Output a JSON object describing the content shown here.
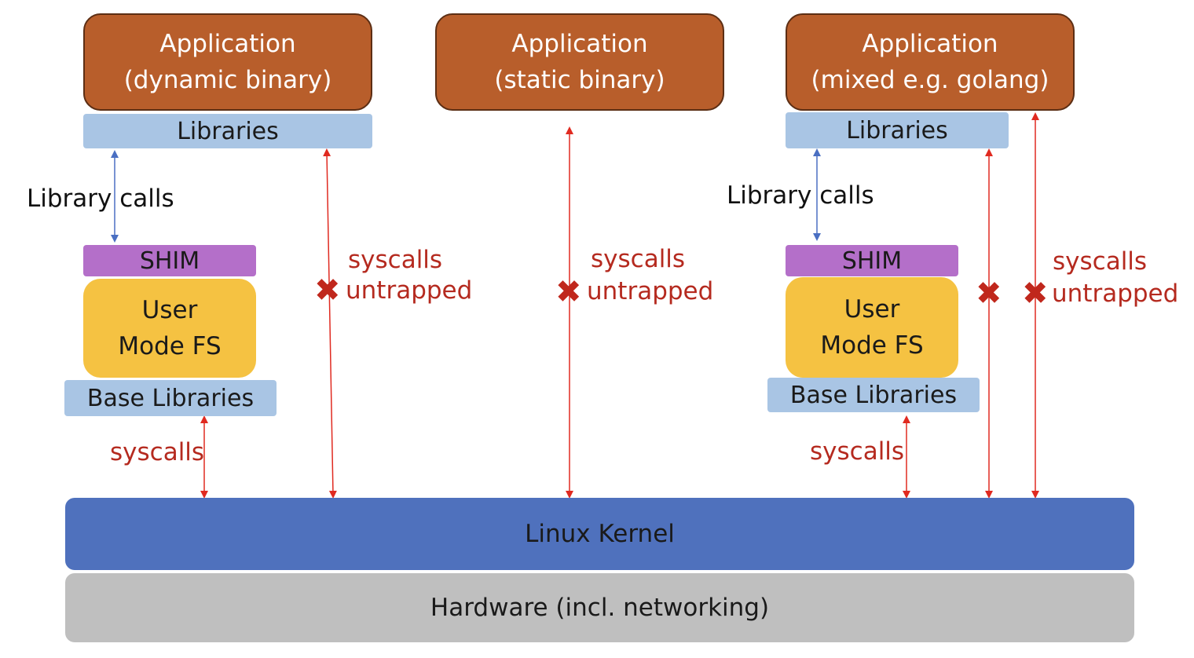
{
  "colors": {
    "application": "#b85e2b",
    "libraries": "#a9c5e4",
    "shim": "#b46fc9",
    "user_mode_fs": "#f5c242",
    "kernel": "#4f71bd",
    "hardware": "#bfbfbf",
    "syscall_arrow": "#e02a20",
    "library_call_arrow": "#4a6fc2"
  },
  "columns": {
    "dynamic": {
      "application": "Application\n(dynamic binary)",
      "libraries": "Libraries",
      "library_calls": "Library calls",
      "shim": "SHIM",
      "user_mode_fs": "User\nMode FS",
      "base_libraries": "Base Libraries",
      "syscalls": "syscalls",
      "untrapped_a": "syscalls",
      "untrapped_b": "untrapped"
    },
    "static": {
      "application": "Application\n(static binary)",
      "untrapped_a": "syscalls",
      "untrapped_b": "untrapped"
    },
    "mixed": {
      "application": "Application\n(mixed e.g. golang)",
      "libraries": "Libraries",
      "library_calls": "Library calls",
      "shim": "SHIM",
      "user_mode_fs": "User\nMode FS",
      "base_libraries": "Base Libraries",
      "syscalls": "syscalls",
      "untrapped_a": "syscalls",
      "untrapped_b": "untrapped"
    }
  },
  "kernel": "Linux Kernel",
  "hardware": "Hardware (incl. networking)",
  "blocked_icon": "cross-icon"
}
